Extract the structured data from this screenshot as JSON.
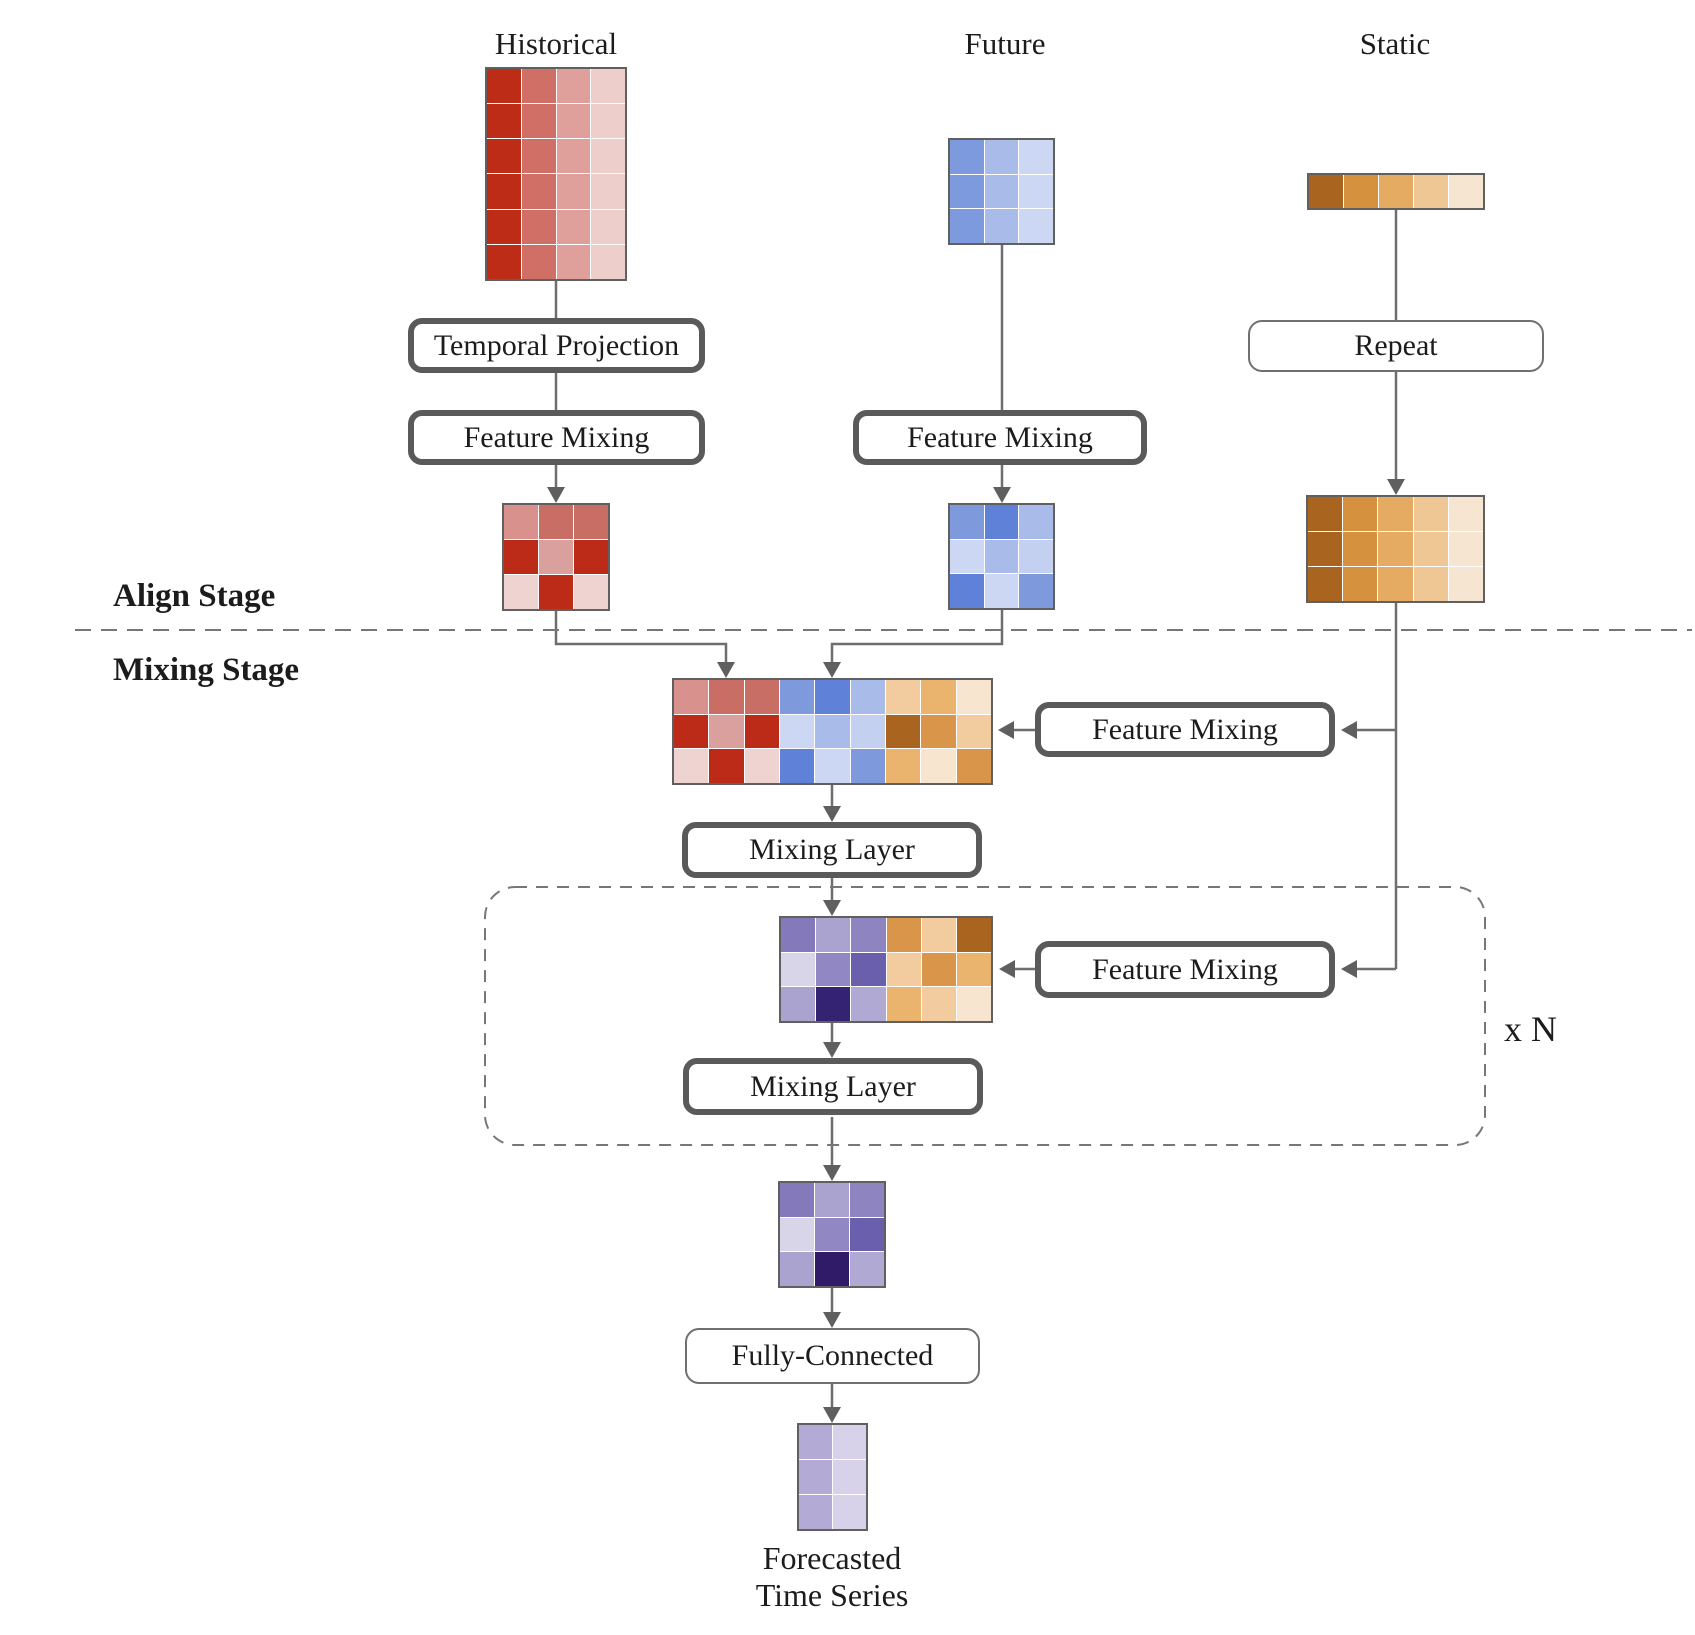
{
  "labels": {
    "historical": "Historical",
    "future": "Future",
    "static": "Static",
    "align_stage": "Align Stage",
    "mixing_stage": "Mixing Stage",
    "repeat_count": "x N",
    "forecast_line1": "Forecasted",
    "forecast_line2": "Time Series"
  },
  "boxes": {
    "temporal_projection": "Temporal Projection",
    "feature_mixing_historical": "Feature Mixing",
    "feature_mixing_future": "Feature Mixing",
    "repeat": "Repeat",
    "feature_mixing_concat": "Feature Mixing",
    "mixing_layer_1": "Mixing Layer",
    "feature_mixing_loop": "Feature Mixing",
    "mixing_layer_loop": "Mixing Layer",
    "fully_connected": "Fully-Connected"
  },
  "colors": {
    "line": "#6e6e6e",
    "arrow": "#5f5f5f",
    "thick_border": "#5a5a5a",
    "thin_border": "#707070",
    "dashed": "#777777"
  },
  "matrices": {
    "historical_input": [
      [
        "#bd2c17",
        "#cf6f66",
        "#dfa09b",
        "#eececa"
      ],
      [
        "#bd2c17",
        "#cf6f66",
        "#dfa09b",
        "#eececa"
      ],
      [
        "#bd2c17",
        "#cf6f66",
        "#dfa09b",
        "#eececa"
      ],
      [
        "#bd2c17",
        "#cf6f66",
        "#dfa09b",
        "#eececa"
      ],
      [
        "#bd2c17",
        "#cf6f66",
        "#dfa09b",
        "#eececa"
      ],
      [
        "#bd2c17",
        "#cf6f66",
        "#dfa09b",
        "#eececa"
      ]
    ],
    "future_input": [
      [
        "#7e9ade",
        "#a9bce9",
        "#cbd7f3"
      ],
      [
        "#7e9ade",
        "#a9bce9",
        "#cbd7f3"
      ],
      [
        "#7e9ade",
        "#a9bce9",
        "#cbd7f3"
      ]
    ],
    "static_input": [
      [
        "#a9641f",
        "#d6913f",
        "#e5ab62",
        "#efc795",
        "#f6e6d1"
      ]
    ],
    "historical_aligned": [
      [
        "#d9918e",
        "#c96e64",
        "#c96e64"
      ],
      [
        "#bb2b18",
        "#daa09d",
        "#bb2b18"
      ],
      [
        "#eed3d1",
        "#bb2b18",
        "#eed3d1"
      ]
    ],
    "future_aligned": [
      [
        "#7e9adc",
        "#5f82d8",
        "#a9bce9"
      ],
      [
        "#ccd8f3",
        "#a9bce9",
        "#c3d0ef"
      ],
      [
        "#5f82d8",
        "#ccd8f3",
        "#7e9adc"
      ]
    ],
    "static_repeated": [
      [
        "#a9641f",
        "#d6913f",
        "#e5ab62",
        "#efc795",
        "#f6e6d1"
      ],
      [
        "#a9641f",
        "#d6913f",
        "#e5ab62",
        "#efc795",
        "#f6e6d1"
      ],
      [
        "#a9641f",
        "#d6913f",
        "#e5ab62",
        "#efc795",
        "#f6e6d1"
      ]
    ],
    "concatenated": [
      [
        "#d9918e",
        "#c96e64",
        "#c96e64",
        "#7e9adc",
        "#5f82d8",
        "#a9bce9",
        "#f2cb9e",
        "#eab36e",
        "#f8e5d0"
      ],
      [
        "#bb2b18",
        "#daa09d",
        "#bb2b18",
        "#ccd8f3",
        "#a9bce9",
        "#c3d0ef",
        "#a9641f",
        "#d9964a",
        "#f2cb9e"
      ],
      [
        "#eed3d1",
        "#bb2b18",
        "#eed3d1",
        "#5f82d8",
        "#ccd8f3",
        "#7e9adc",
        "#eab36e",
        "#f8e5d0",
        "#d9964a"
      ]
    ],
    "loop_block": [
      [
        "#8379bb",
        "#aaa3d0",
        "#8d84c0",
        "#d9964a",
        "#f2cb9e",
        "#a9641f"
      ],
      [
        "#d9d5e9",
        "#9187c3",
        "#6a5fad",
        "#f2cb9e",
        "#d9964a",
        "#eab36e"
      ],
      [
        "#aaa3d0",
        "#332372",
        "#b0a9d4",
        "#eab36e",
        "#f2cb9e",
        "#f8e5d0"
      ]
    ],
    "loop_output": [
      [
        "#8379bb",
        "#aaa3d0",
        "#8d84c0"
      ],
      [
        "#d9d5e9",
        "#9187c3",
        "#6a5fad"
      ],
      [
        "#aaa3d0",
        "#2f1b67",
        "#b0a9d4"
      ]
    ],
    "forecast": [
      [
        "#b3aad5",
        "#d7d2e9"
      ],
      [
        "#b3aad5",
        "#d7d2e9"
      ],
      [
        "#b3aad5",
        "#d7d2e9"
      ]
    ]
  }
}
